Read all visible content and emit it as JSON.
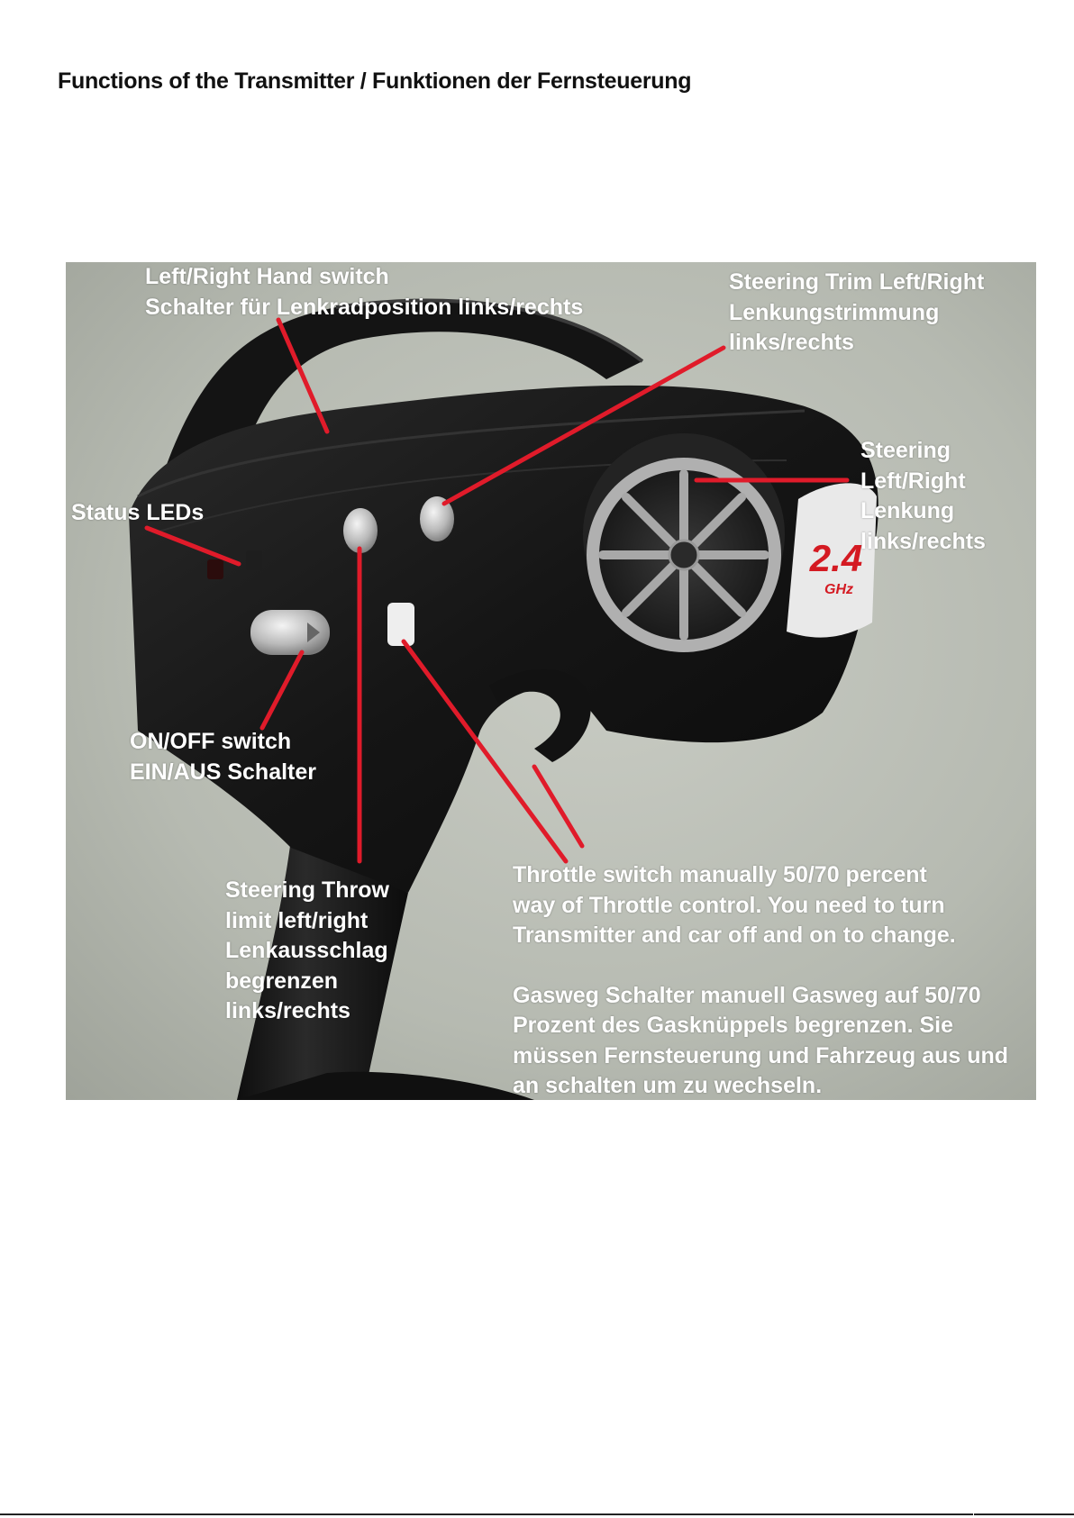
{
  "page": {
    "title": "Functions of the Transmitter / Funktionen der Fernsteuerung"
  },
  "photo": {
    "logo_number": "2.4",
    "logo_unit": "GHz"
  },
  "callouts": {
    "hand_switch": {
      "line1": "Left/Right Hand switch",
      "line2": "Schalter für Lenkradposition links/rechts"
    },
    "steering_trim": {
      "line1": "Steering Trim Left/Right",
      "line2": "Lenkungstrimmung",
      "line3": "links/rechts"
    },
    "steering": {
      "line1": "Steering",
      "line2": "Left/Right",
      "line3": "Lenkung",
      "line4": "links/rechts"
    },
    "status_leds": {
      "line1": "Status LEDs"
    },
    "power_switch": {
      "line1": "ON/OFF switch",
      "line2": "EIN/AUS Schalter"
    },
    "steering_throw": {
      "line1": "Steering Throw",
      "line2": "limit left/right",
      "line3": "Lenkausschlag",
      "line4": "begrenzen",
      "line5": "links/rechts"
    },
    "throttle_switch": {
      "en_line1": "Throttle switch manually 50/70 percent",
      "en_line2": "way of Throttle control. You need to turn",
      "en_line3": "Transmitter and car off and on to change.",
      "de_line1": "Gasweg Schalter manuell Gasweg auf 50/70",
      "de_line2": "Prozent des Gasknüppels begrenzen. Sie",
      "de_line3": "müssen Fernsteuerung und Fahrzeug aus und",
      "de_line4": "an schalten um zu wechseln."
    }
  },
  "colors": {
    "pointer": "#e01b2a",
    "callout_text": "#ffffff",
    "background_photo": "#b9bdb4",
    "body_black": "#1c1c1c"
  }
}
